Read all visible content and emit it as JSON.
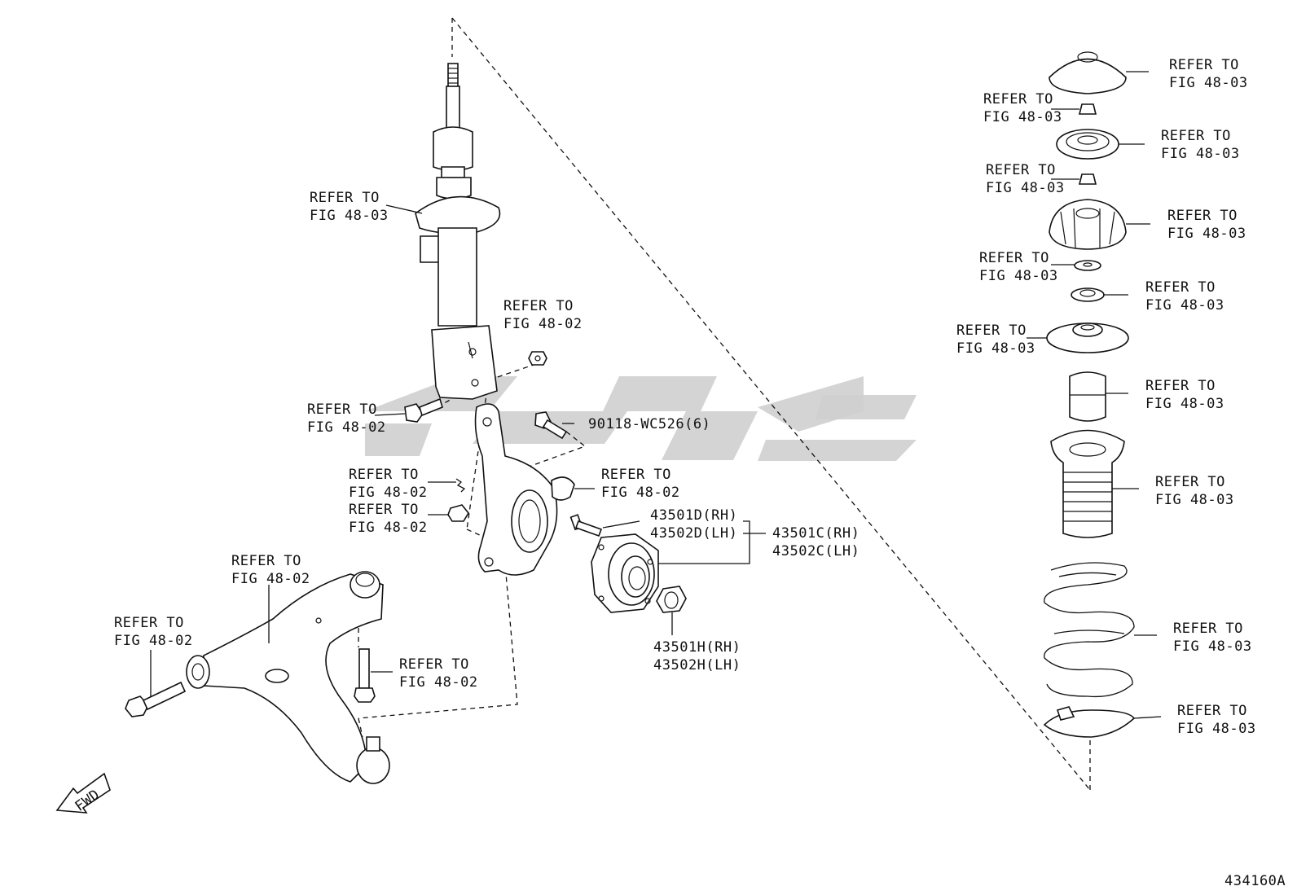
{
  "labels": {
    "strut": [
      "REFER TO",
      "FIG 48-03"
    ],
    "strut_nut": [
      "REFER TO",
      "FIG 48-02"
    ],
    "strut_bolt": [
      "REFER TO",
      "FIG 48-02"
    ],
    "bolt_part": "90118-WC526(6)",
    "clip": [
      "REFER TO",
      "FIG 48-02"
    ],
    "knuckle_arm": [
      "REFER TO",
      "FIG 48-02"
    ],
    "lower_nut": [
      "REFER TO",
      "FIG 48-02"
    ],
    "hub_bolt": [
      "43501D(RH)",
      "43502D(LH)"
    ],
    "hub": [
      "43501C(RH)",
      "43502C(LH)"
    ],
    "hub_nut": [
      "43501H(RH)",
      "43502H(LH)"
    ],
    "lower_arm": [
      "REFER TO",
      "FIG 48-02"
    ],
    "arm_bolt": [
      "REFER TO",
      "FIG 48-02"
    ],
    "ball_stud": [
      "REFER TO",
      "FIG 48-02"
    ],
    "mount_top": [
      "REFER TO",
      "FIG 48-03"
    ],
    "nut_1": [
      "REFER TO",
      "FIG 48-03"
    ],
    "bearing": [
      "REFER TO",
      "FIG 48-03"
    ],
    "nut_2": [
      "REFER TO",
      "FIG 48-03"
    ],
    "support": [
      "REFER TO",
      "FIG 48-03"
    ],
    "washer": [
      "REFER TO",
      "FIG 48-03"
    ],
    "retainer": [
      "REFER TO",
      "FIG 48-03"
    ],
    "upper_seat": [
      "REFER TO",
      "FIG 48-03"
    ],
    "bump_stop": [
      "REFER TO",
      "FIG 48-03"
    ],
    "boot": [
      "REFER TO",
      "FIG 48-03"
    ],
    "coil_spring": [
      "REFER TO",
      "FIG 48-03"
    ],
    "lower_seat": [
      "REFER TO",
      "FIG 48-03"
    ]
  },
  "fwd_label": "FWD",
  "diagram_code": "434160A",
  "icons": {
    "fwd_arrow": "fwd-arrow-icon",
    "watermark": "brand-watermark"
  }
}
